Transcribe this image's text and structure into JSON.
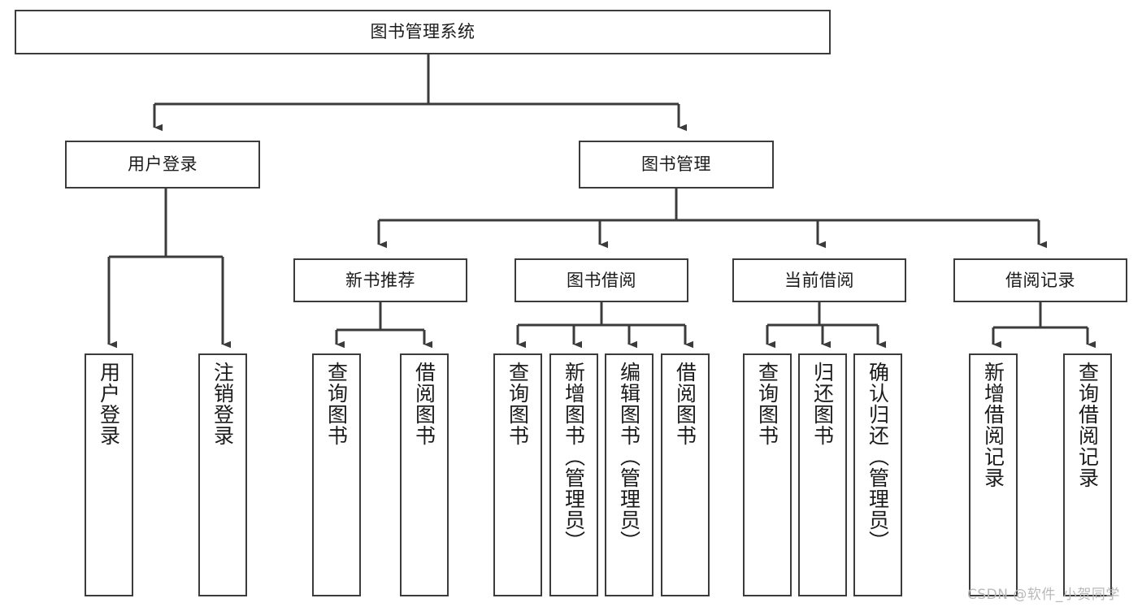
{
  "diagram": {
    "type": "hierarchy-tree",
    "title": "图书管理系统",
    "watermark": "CSDN @软件_小贺同学",
    "colors": {
      "stroke": "#3b3b3b",
      "fill": "#ffffff",
      "text": "#1b1b1b",
      "watermark": "#b9b9b9"
    },
    "nodes": {
      "root": {
        "label": "图书管理系统"
      },
      "level2": [
        {
          "label": "用户登录"
        },
        {
          "label": "图书管理"
        }
      ],
      "level3": [
        {
          "label": "新书推荐"
        },
        {
          "label": "图书借阅"
        },
        {
          "label": "当前借阅"
        },
        {
          "label": "借阅记录"
        }
      ],
      "leaves": {
        "user_login": [
          {
            "label": "用户登录"
          },
          {
            "label": "注销登录"
          }
        ],
        "new_book": [
          {
            "label": "查询图书"
          },
          {
            "label": "借阅图书"
          }
        ],
        "borrow_book": [
          {
            "label": "查询图书"
          },
          {
            "label": "新增图书（管理员）"
          },
          {
            "label": "编辑图书（管理员）"
          },
          {
            "label": "借阅图书"
          }
        ],
        "current_borrow": [
          {
            "label": "查询图书"
          },
          {
            "label": "归还图书"
          },
          {
            "label": "确认归还（管理员）"
          }
        ],
        "borrow_record": [
          {
            "label": "新增借阅记录"
          },
          {
            "label": "查询借阅记录"
          }
        ]
      }
    }
  }
}
